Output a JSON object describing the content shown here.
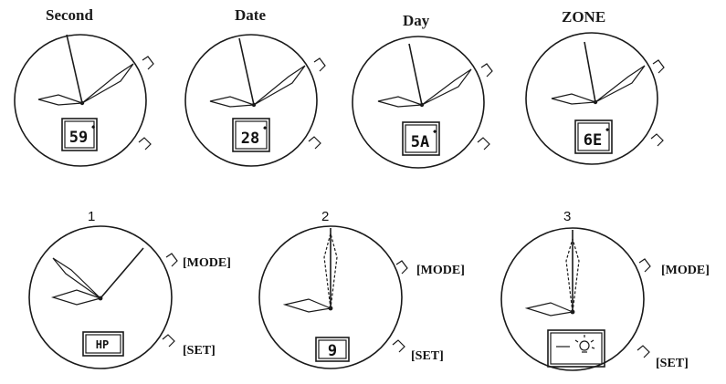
{
  "top_row": {
    "headers": [
      "Second",
      "Date",
      "Day",
      "ZONE"
    ],
    "lcd_values": [
      "59",
      "28",
      "5A",
      "6E"
    ]
  },
  "bottom_row": {
    "step_numbers": [
      "1",
      "2",
      "3"
    ],
    "lcd_values": [
      "HP",
      "9",
      ""
    ],
    "buttons": {
      "mode_label": "[MODE]",
      "set_label": "[SET]"
    }
  }
}
